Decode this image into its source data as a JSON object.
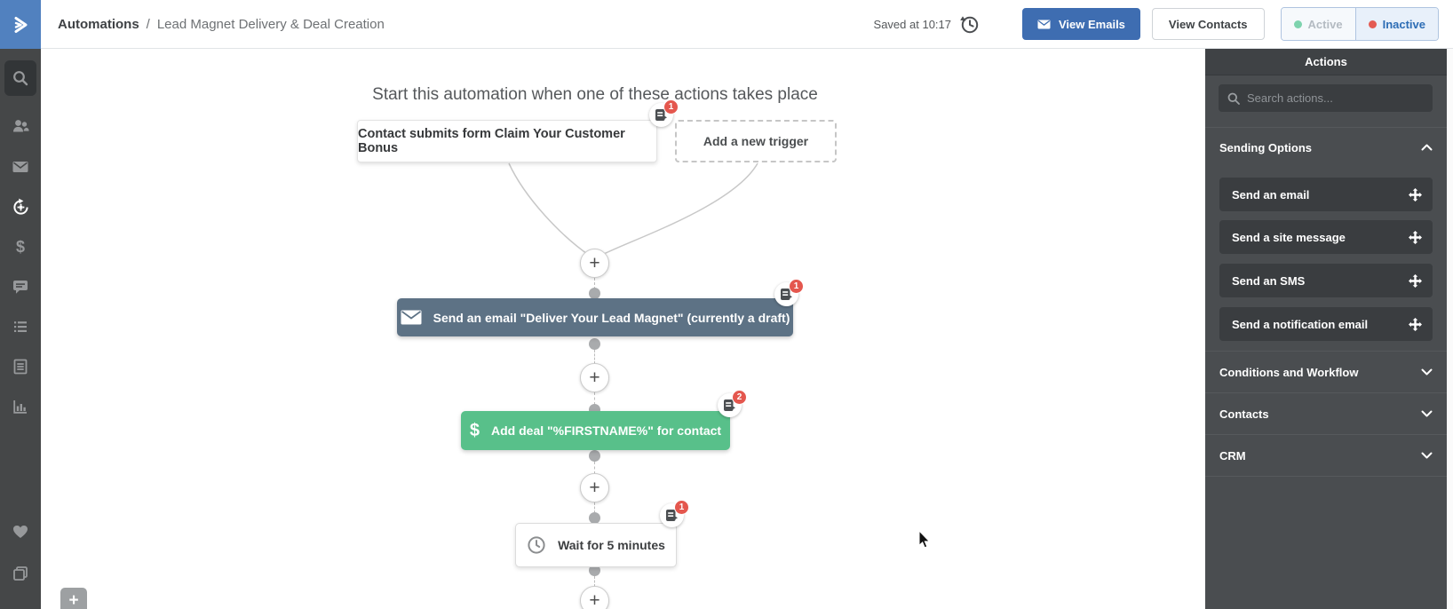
{
  "glyphs": {
    "plus": "+",
    "dollar": "$"
  },
  "topbar": {
    "breadcrumb": {
      "section": "Automations",
      "separator": "/",
      "title": "Lead Magnet Delivery & Deal Creation"
    },
    "saved_status": "Saved at 10:17",
    "buttons": {
      "view_emails": "View Emails",
      "view_contacts": "View Contacts"
    },
    "status_toggle": {
      "active": "Active",
      "inactive": "Inactive",
      "selected": "Inactive"
    }
  },
  "sidebar": {
    "items": [
      {
        "icon": "search-icon"
      },
      {
        "icon": "contacts-icon"
      },
      {
        "icon": "campaigns-icon"
      },
      {
        "icon": "automations-icon",
        "active": true
      },
      {
        "icon": "deals-icon"
      },
      {
        "icon": "conversations-icon"
      },
      {
        "icon": "lists-icon"
      },
      {
        "icon": "forms-icon"
      },
      {
        "icon": "reports-icon"
      },
      {
        "icon": "training-icon"
      },
      {
        "icon": "apps-icon"
      }
    ]
  },
  "canvas": {
    "heading": "Start this automation when one of these actions takes place",
    "trigger": {
      "label": "Contact submits form Claim Your Customer Bonus",
      "note_count": "1"
    },
    "add_trigger_label": "Add a new trigger",
    "nodes": {
      "email": {
        "label": "Send an email \"Deliver Your Lead Magnet\" (currently a draft)",
        "note_count": "1"
      },
      "deal": {
        "label": "Add deal \"%FIRSTNAME%\" for contact",
        "note_count": "2"
      },
      "wait": {
        "label": "Wait for 5 minutes",
        "note_count": "1"
      }
    }
  },
  "actions_panel": {
    "title": "Actions",
    "search_placeholder": "Search actions...",
    "sections": [
      {
        "label": "Sending Options",
        "expanded": true,
        "items": [
          {
            "label": "Send an email"
          },
          {
            "label": "Send a site message"
          },
          {
            "label": "Send an SMS"
          },
          {
            "label": "Send a notification email"
          }
        ]
      },
      {
        "label": "Conditions and Workflow",
        "expanded": false
      },
      {
        "label": "Contacts",
        "expanded": false
      },
      {
        "label": "CRM",
        "expanded": false
      }
    ]
  },
  "colors": {
    "brand_blue": "#3e6db1",
    "logo_blue": "#5181bf",
    "node_email": "#5d7285",
    "node_deal": "#58c08a",
    "badge_red": "#e4574e",
    "panel_bg": "#4a4d50",
    "nav_bg": "#454748",
    "active_dot": "#7ed3ae",
    "inactive_dot": "#e45b53"
  }
}
